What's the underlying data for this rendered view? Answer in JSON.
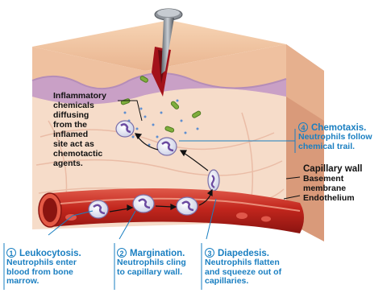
{
  "steps": [
    {
      "num": "1",
      "title": "Leukocytosis.",
      "lines": [
        "Neutrophils enter",
        "blood from bone",
        "marrow."
      ]
    },
    {
      "num": "2",
      "title": "Margination.",
      "lines": [
        "Neutrophils cling",
        "to capillary wall."
      ]
    },
    {
      "num": "3",
      "title": "Diapedesis.",
      "lines": [
        "Neutrophils flatten",
        "and squeeze out of",
        "capillaries."
      ]
    },
    {
      "num": "4",
      "title": "Chemotaxis.",
      "lines": [
        "Neutrophils follow",
        "chemical trail."
      ]
    }
  ],
  "chemicals_label": [
    "Inflammatory",
    "chemicals",
    "diffusing",
    "from the",
    "inflamed",
    "site act as",
    "chemotactic",
    "agents."
  ],
  "capillary_labels": {
    "title": "Capillary wall",
    "items": [
      "Basement",
      "membrane",
      "Endothelium"
    ]
  },
  "colors": {
    "accent": "#1a7fc1",
    "skin": "#f1c8a4",
    "vessel": "#c62a22",
    "tissue": "#f6d9c6"
  }
}
